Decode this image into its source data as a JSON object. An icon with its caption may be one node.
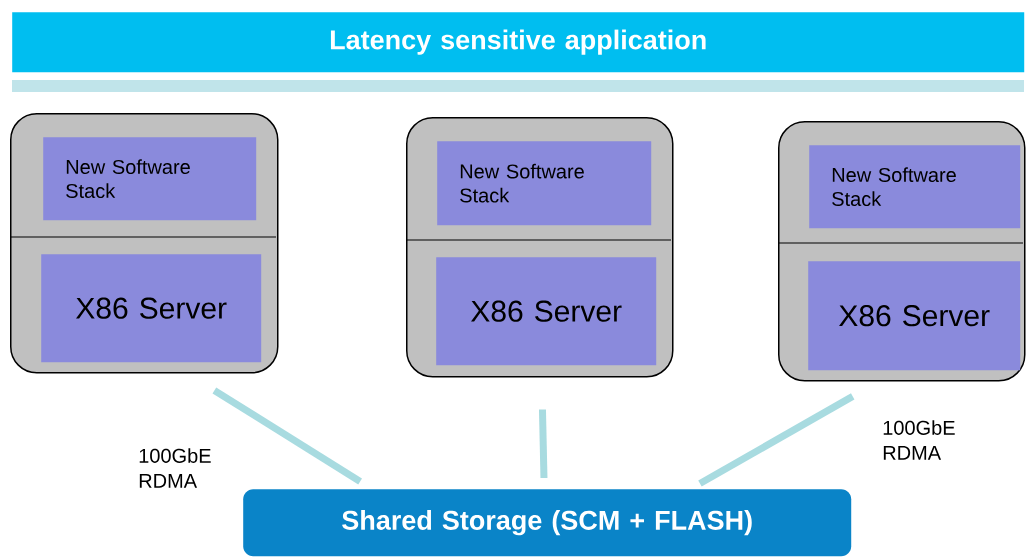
{
  "diagram": {
    "nodes": [
      {
        "text": [
          "Latency sensitive application"
        ]
      },
      {
        "text": [],
        "shape": "box"
      },
      {
        "text": [
          "New Software Stack"
        ],
        "in": 1
      },
      {
        "text": [
          "X86 Server"
        ],
        "in": 1
      },
      {
        "text": [],
        "shape": "box"
      },
      {
        "text": [
          "New Software Stack"
        ],
        "in": 4
      },
      {
        "text": [
          "X86 Server"
        ],
        "in": 4
      },
      {
        "text": [],
        "shape": "box"
      },
      {
        "text": [
          "New Software Stack"
        ],
        "in": 7
      },
      {
        "text": [
          "X86 Server"
        ],
        "in": 7
      },
      {
        "text": [
          "Shared Storage (SCM + FLASH)"
        ]
      }
    ],
    "edges": [
      {
        "from": 1,
        "to": 10,
        "arrow": "none"
      },
      {
        "from": 4,
        "to": 10,
        "arrow": "none"
      },
      {
        "from": 7,
        "to": 10,
        "arrow": "none"
      }
    ],
    "labels": [
      "100GbE RDMA",
      "100GbE RDMA"
    ]
  }
}
